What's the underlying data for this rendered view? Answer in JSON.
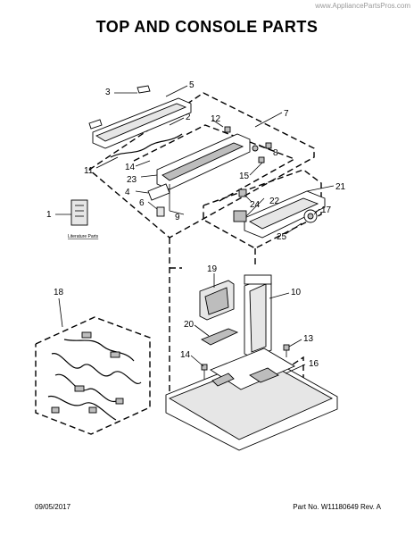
{
  "watermark": "www.AppliancePartsPros.com",
  "title": "TOP AND CONSOLE PARTS",
  "footer": {
    "date": "09/05/2017",
    "part_no": "Part No. W11180649  Rev. A"
  },
  "literature_label": "Literature Parts",
  "callouts": {
    "c1": "1",
    "c2": "2",
    "c3": "3",
    "c4": "4",
    "c5": "5",
    "c6": "6",
    "c7": "7",
    "c8": "8",
    "c9": "9",
    "c10": "10",
    "c11": "11",
    "c12": "12",
    "c13": "13",
    "c14a": "14",
    "c14b": "14",
    "c15": "15",
    "c16": "16",
    "c17": "17",
    "c18": "18",
    "c19": "19",
    "c20": "20",
    "c21": "21",
    "c22": "22",
    "c23": "23",
    "c24": "24",
    "c25": "25"
  }
}
